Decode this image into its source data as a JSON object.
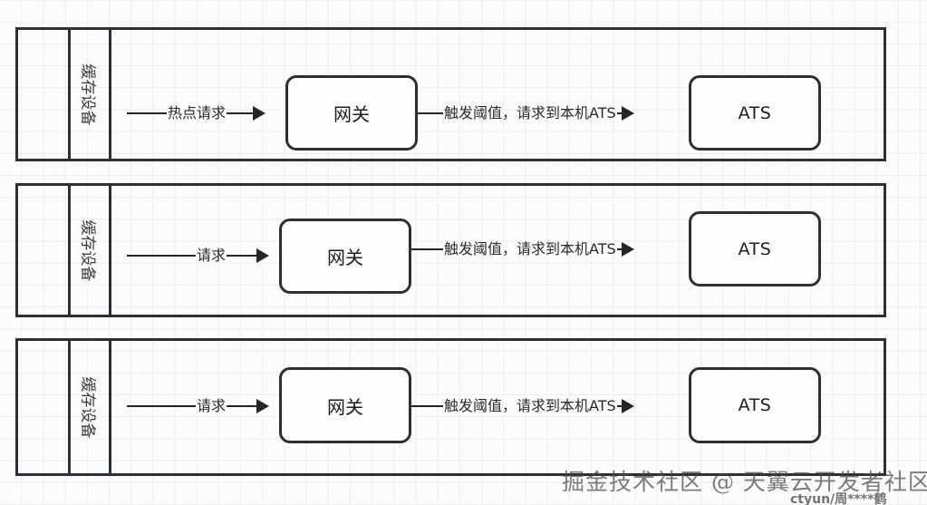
{
  "diagram": {
    "background": "#fcfcfc",
    "grid_color": "#ededf0",
    "stroke_color": "#2b3036",
    "lanes": [
      {
        "id": "lane-1",
        "title": "缓存设备",
        "gateway_label": "网关",
        "ats_label": "ATS",
        "arrow_in_label": "热点请求",
        "arrow_out_label": "触发阈值，请求到本机ATS"
      },
      {
        "id": "lane-2",
        "title": "缓存设备",
        "gateway_label": "网关",
        "ats_label": "ATS",
        "arrow_in_label": "请求",
        "arrow_out_label": "触发阈值，请求到本机ATS"
      },
      {
        "id": "lane-3",
        "title": "缓存设备",
        "gateway_label": "网关",
        "ats_label": "ATS",
        "arrow_in_label": "请求",
        "arrow_out_label": "触发阈值，请求到本机ATS"
      }
    ]
  },
  "watermark": {
    "main": "掘金技术社区 @ 天翼云开发者社区",
    "sub": "ctyun/周****鹤"
  }
}
